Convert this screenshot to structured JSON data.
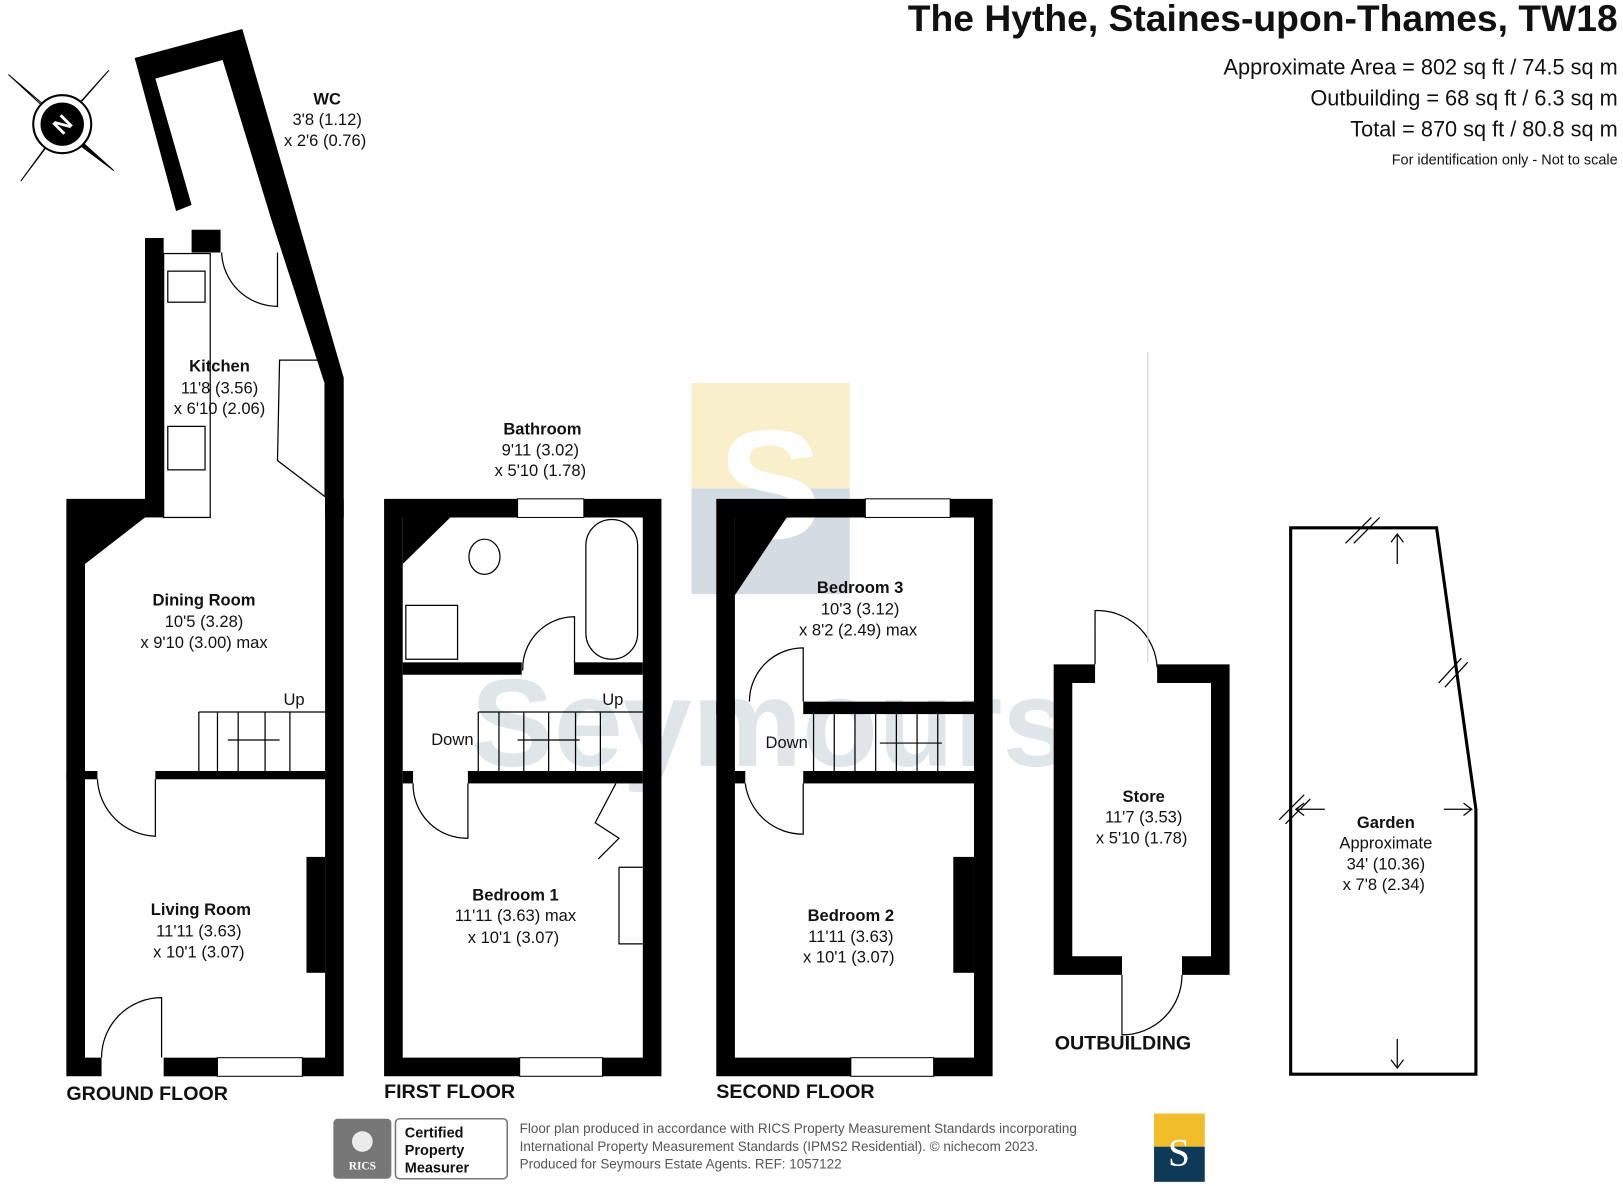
{
  "header": {
    "title": "The Hythe, Staines-upon-Thames, TW18",
    "area": "Approximate Area = 802 sq ft / 74.5 sq m",
    "outbuilding": "Outbuilding = 68 sq ft / 6.3 sq m",
    "total": "Total = 870 sq ft / 80.8 sq m",
    "disclaimer": "For identification only - Not to scale"
  },
  "compass": {
    "label": "N"
  },
  "watermark": "Seymours",
  "floors": {
    "ground": {
      "label": "GROUND FLOOR"
    },
    "first": {
      "label": "FIRST FLOOR"
    },
    "second": {
      "label": "SECOND FLOOR"
    },
    "outbuilding": {
      "label": "OUTBUILDING"
    }
  },
  "rooms": {
    "wc": {
      "name": "WC",
      "d1": "3'8 (1.12)",
      "d2": "x 2'6 (0.76)"
    },
    "kitchen": {
      "name": "Kitchen",
      "d1": "11'8 (3.56)",
      "d2": "x 6'10 (2.06)"
    },
    "dining": {
      "name": "Dining Room",
      "d1": "10'5 (3.28)",
      "d2": "x 9'10 (3.00) max"
    },
    "living": {
      "name": "Living Room",
      "d1": "11'11 (3.63)",
      "d2": "x 10'1 (3.07)"
    },
    "bathroom": {
      "name": "Bathroom",
      "d1": "9'11 (3.02)",
      "d2": "x 5'10 (1.78)"
    },
    "bedroom1": {
      "name": "Bedroom 1",
      "d1": "11'11 (3.63) max",
      "d2": "x 10'1 (3.07)"
    },
    "bedroom3": {
      "name": "Bedroom 3",
      "d1": "10'3 (3.12)",
      "d2": "x 8'2 (2.49) max"
    },
    "bedroom2": {
      "name": "Bedroom 2",
      "d1": "11'11 (3.63)",
      "d2": "x 10'1 (3.07)"
    },
    "store": {
      "name": "Store",
      "d1": "11'7 (3.53)",
      "d2": "x 5'10 (1.78)"
    },
    "garden": {
      "name": "Garden",
      "d0": "Approximate",
      "d1": "34' (10.36)",
      "d2": "x 7'8 (2.34)"
    }
  },
  "stairs": {
    "up": "Up",
    "down": "Down"
  },
  "footer": {
    "rics": "RICS",
    "cert1": "Certified",
    "cert2": "Property",
    "cert3": "Measurer",
    "line1": "Floor plan produced in accordance with RICS Property Measurement Standards incorporating",
    "line2": "International Property Measurement Standards (IPMS2 Residential).   © nichecom 2023.",
    "line3": "Produced for Seymours Estate Agents.   REF: 1057122",
    "logo_letter": "S"
  },
  "colors": {
    "logo_yellow": "#f2bd2a",
    "logo_navy": "#0f3a57",
    "watermark": "#b9c8d2"
  }
}
